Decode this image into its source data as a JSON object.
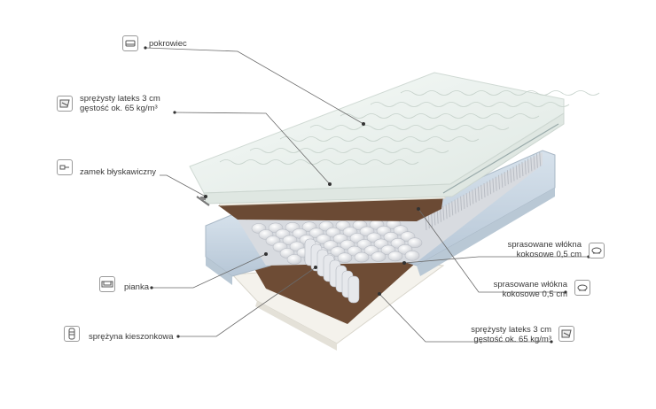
{
  "labels": {
    "pokrowiec": "pokrowiec",
    "lateks_top_1": "sprężysty lateks 3 cm",
    "lateks_top_2": "gęstość ok. 65 kg/m³",
    "zamek": "zamek błyskawiczny",
    "pianka": "pianka",
    "sprezyna": "sprężyna kieszonkowa",
    "kokos_top_1": "sprasowane włókna",
    "kokos_top_2": "kokosowe 0,5 cm",
    "kokos_bottom_1": "sprasowane włókna",
    "kokos_bottom_2": "kokosowe 0,5 cm",
    "lateks_bottom_1": "sprężysty lateks 3 cm",
    "lateks_bottom_2": "gęstość ok. 65 kg/m³"
  },
  "icons": {
    "pokrowiec": "cover-icon",
    "lateks": "latex-icon",
    "zamek": "zipper-icon",
    "pianka": "foam-icon",
    "sprezyna": "spring-icon",
    "kokos": "coconut-fiber-icon"
  },
  "colors": {
    "cover": "#e8f0ec",
    "latex": "#f3f1ea",
    "coconut": "#6b4a34",
    "foam": "#c9d6e3",
    "spring": "#e4e6ea",
    "leader": "#666666"
  }
}
